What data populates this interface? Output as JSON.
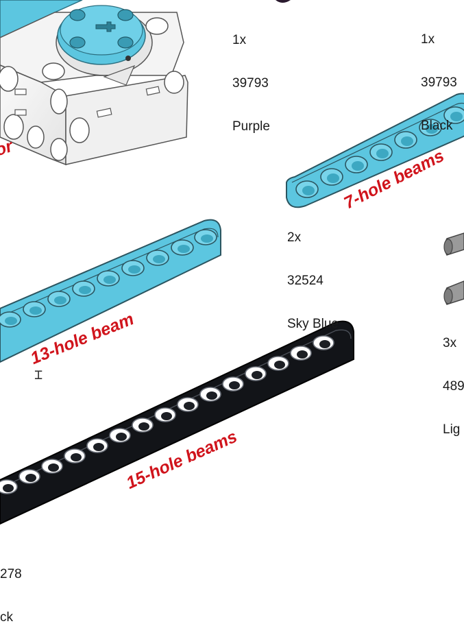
{
  "labels": {
    "purple_pin": {
      "qty": "1x",
      "part": "39793",
      "color": "Purple"
    },
    "black_pin": {
      "qty": "1x",
      "part": "39793",
      "color": "Black"
    },
    "sky_blue_beam": {
      "qty": "2x",
      "part": "32524",
      "color": "Sky Blue"
    },
    "grey_connector": {
      "qty": "3x",
      "part": "489",
      "color": "Lig"
    },
    "black_beam": {
      "part": "278",
      "color": "ck"
    }
  },
  "callouts": {
    "motor": "or",
    "beam7": "7-hole beams",
    "beam13": "13-hole beam",
    "beam15": "15-hole beams"
  },
  "colors": {
    "sky_blue": "#5cc6e0",
    "beam_black": "#121418",
    "callout_red": "#d0141c",
    "motor_white": "#f2f2f2",
    "pin_grey": "#9a9a9a"
  },
  "icons": {
    "cursor": "text-cursor-icon"
  }
}
